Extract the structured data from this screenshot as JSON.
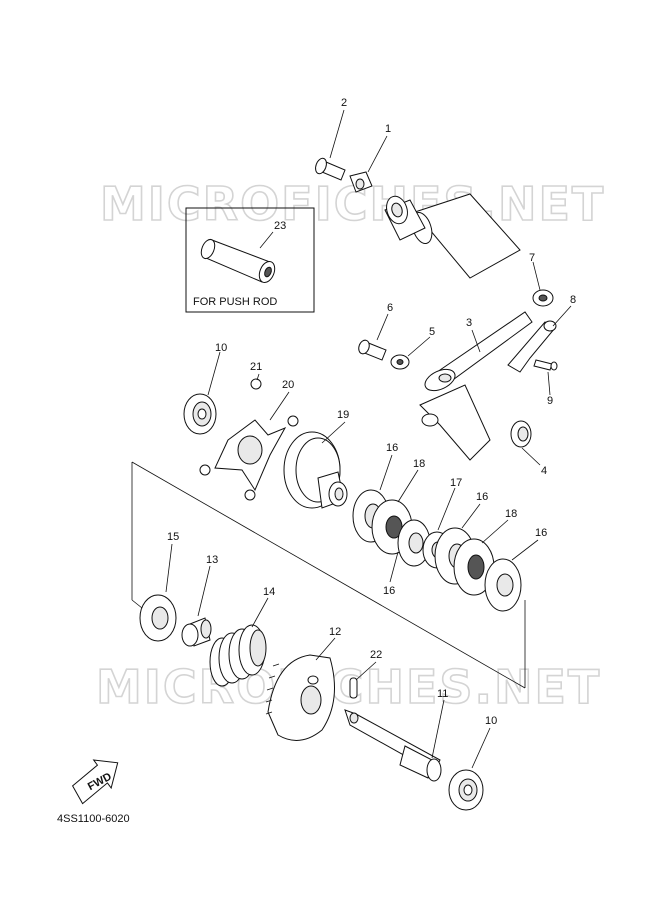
{
  "watermarks": [
    "MICROFICHES.NET",
    "MICROFICHES.NET"
  ],
  "inset_caption": "FOR PUSH ROD",
  "diagram_code": "4SS1100-6020",
  "fwd_label": "FWD",
  "callouts": {
    "c1": "1",
    "c2": "2",
    "c3": "3",
    "c4": "4",
    "c5": "5",
    "c6": "6",
    "c7": "7",
    "c8": "8",
    "c9": "9",
    "c10a": "10",
    "c10b": "10",
    "c11": "11",
    "c12": "12",
    "c13": "13",
    "c14": "14",
    "c15": "15",
    "c16a": "16",
    "c16b": "16",
    "c16c": "16",
    "c16d": "16",
    "c17": "17",
    "c18a": "18",
    "c18b": "18",
    "c19": "19",
    "c20": "20",
    "c21": "21",
    "c22": "22",
    "c23": "23"
  }
}
